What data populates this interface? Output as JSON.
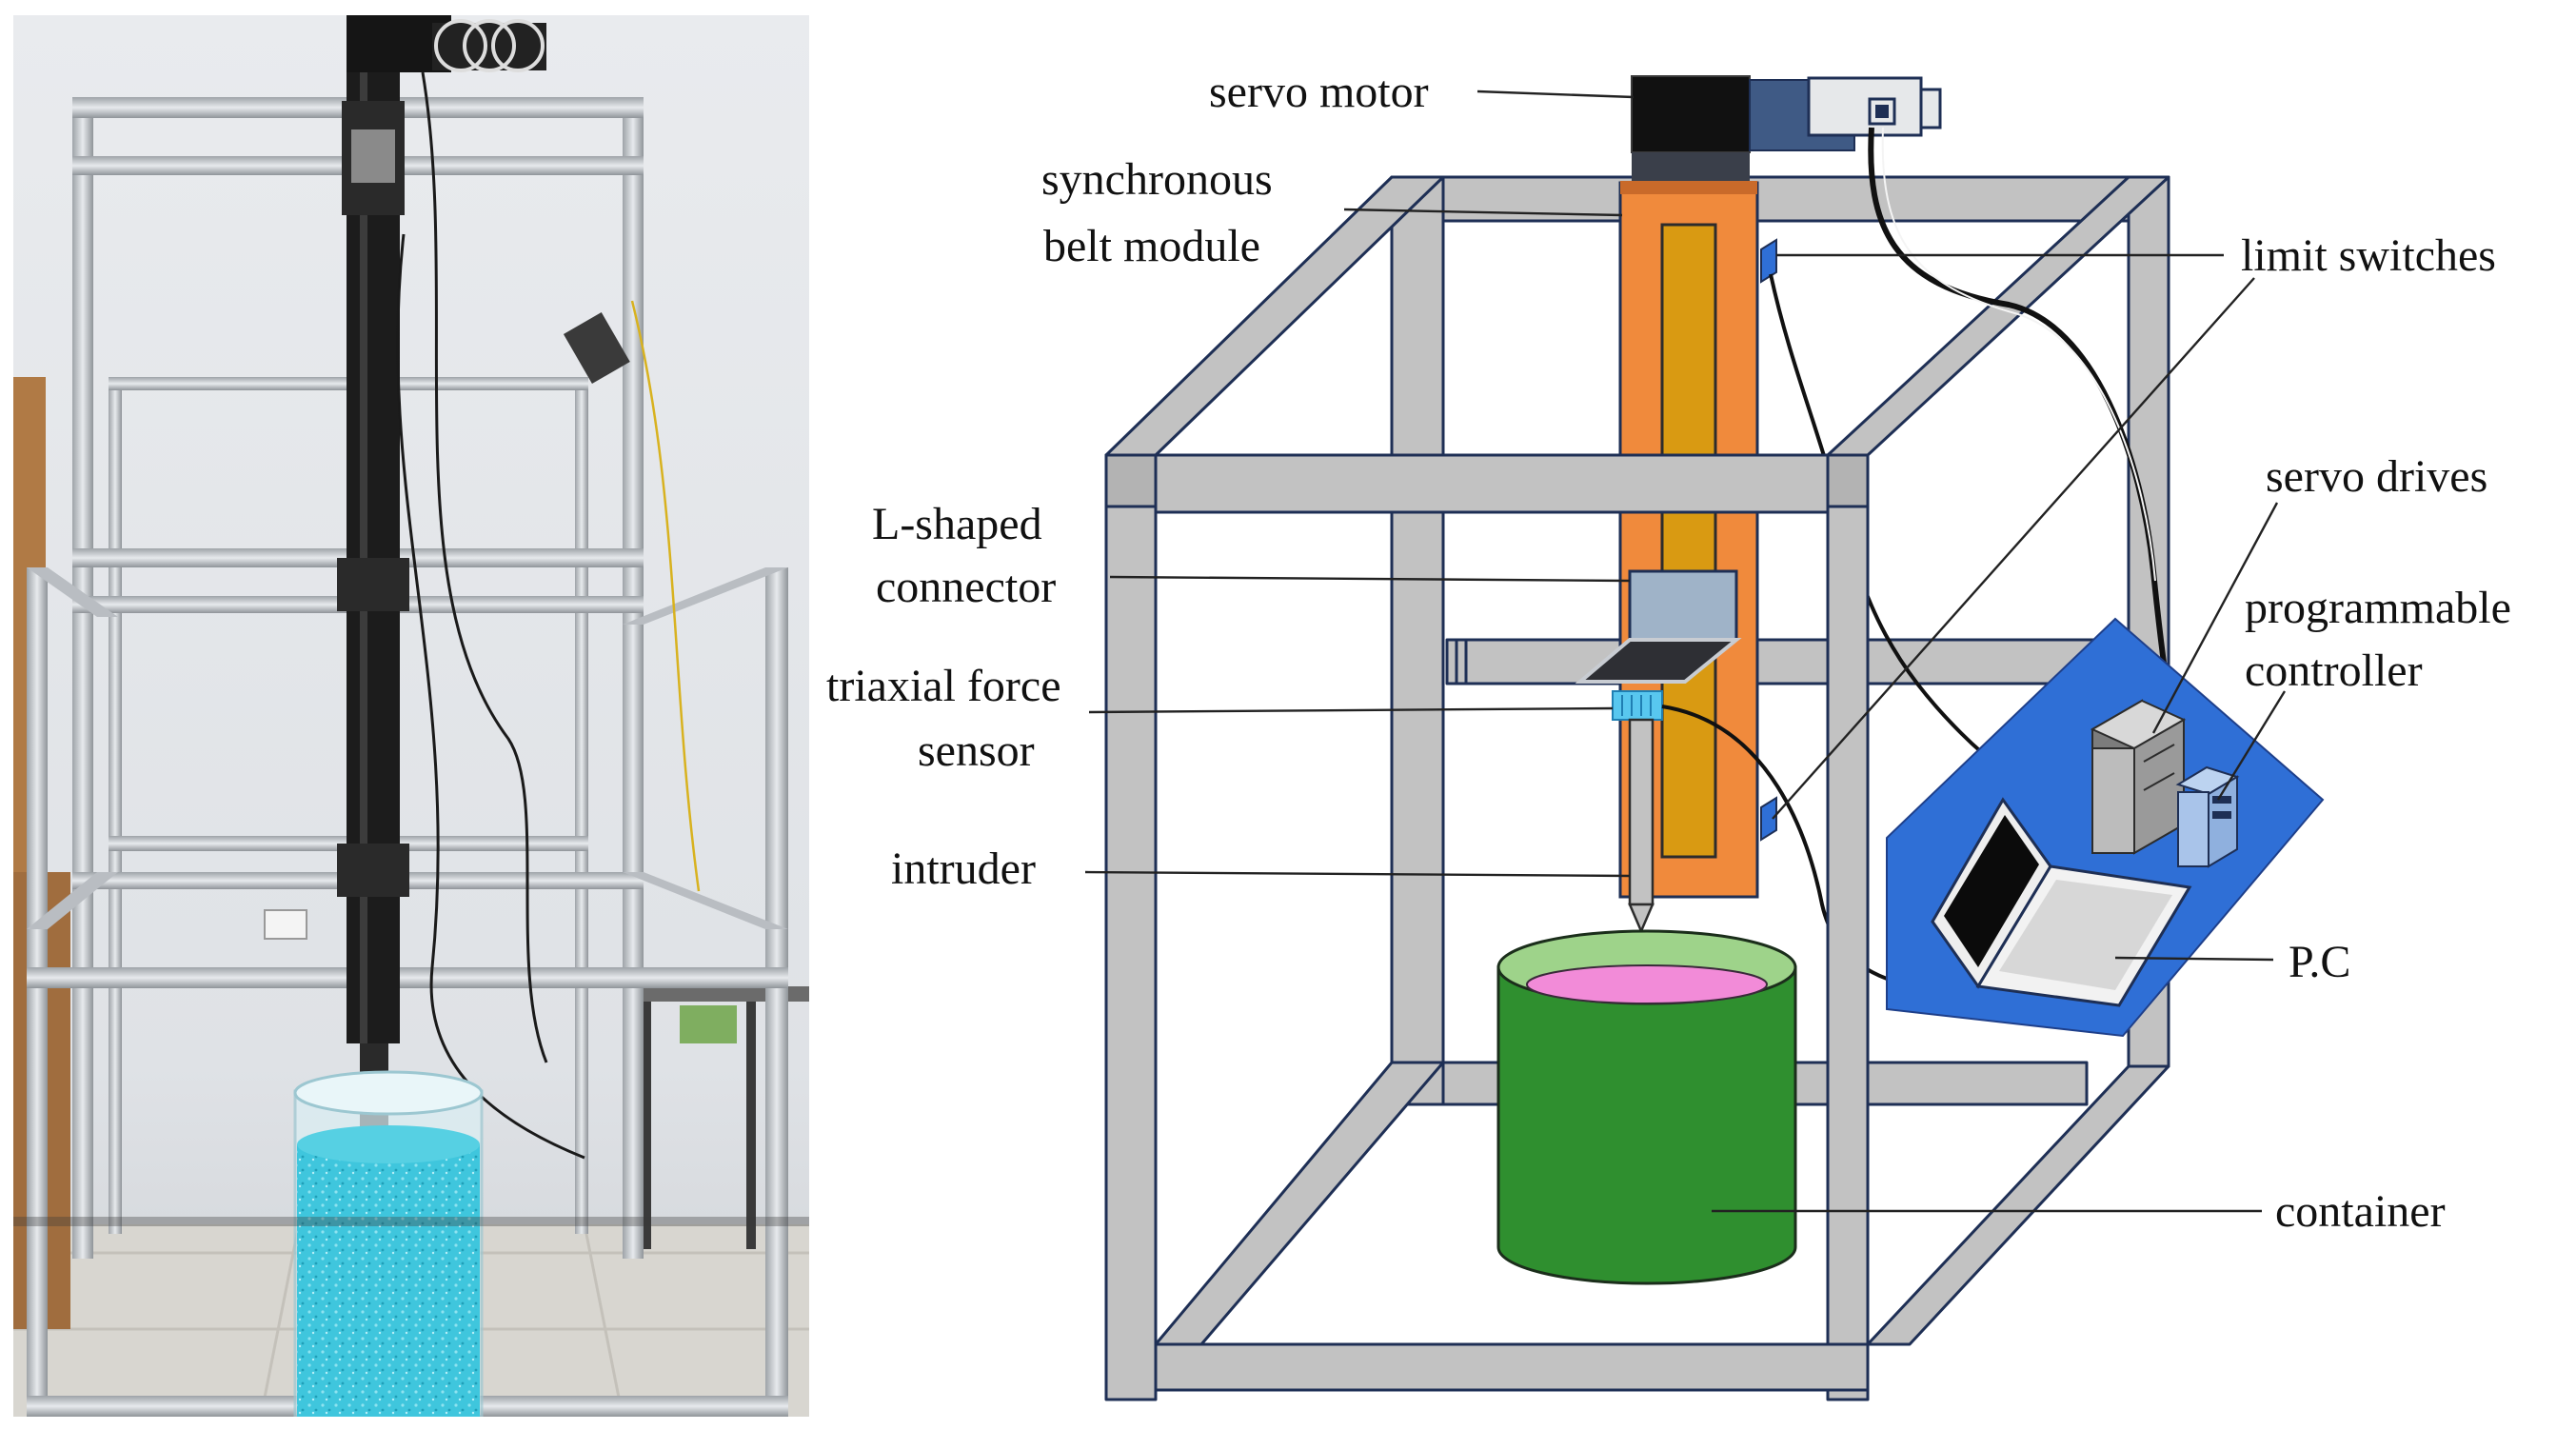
{
  "diagram": {
    "labels": {
      "servo_motor": "servo motor",
      "belt_line1": "synchronous",
      "belt_line2": "belt module",
      "limit_switches": "limit switches",
      "servo_drives": "servo drives",
      "controller_line1": "programmable",
      "controller_line2": "controller",
      "connector_line1": "L-shaped",
      "connector_line2": "connector",
      "sensor_line1": "triaxial force",
      "sensor_line2": "sensor",
      "intruder": "intruder",
      "pc": "P.C",
      "container": "container"
    }
  },
  "colors": {
    "frame_fill": "#c2c2c2",
    "frame_outline": "#1e2f55",
    "belt_module": "#f08a3c",
    "belt_inner": "#d99a12",
    "container": "#2f8f2f",
    "container_top": "#9ed38a",
    "granular_surface": "#f28bd8",
    "platform": "#2f6fd6",
    "sensor": "#58c7ef",
    "granular_media_photo": "#3fc6dd"
  }
}
